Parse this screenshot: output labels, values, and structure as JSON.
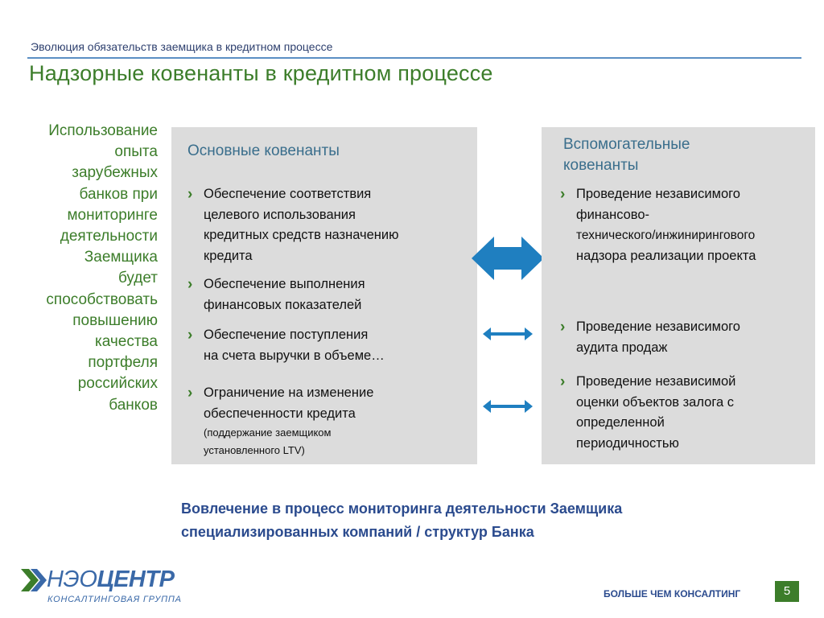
{
  "header": {
    "breadcrumb": "Эволюция обязательств заемщика в кредитном процессе",
    "title": "Надзорные ковенанты в кредитном процессе"
  },
  "left_text": [
    "Использование",
    "опыта",
    "зарубежных",
    "банков при",
    "мониторинге",
    "деятельности",
    "Заемщика",
    "будет",
    "способствовать",
    "повышению",
    "качества",
    "портфеля",
    "российских",
    "банков"
  ],
  "main_panel": {
    "title": "Основные ковенанты",
    "items": [
      {
        "lines": [
          "Обеспечение соответствия",
          "целевого использования",
          "кредитных средств назначению",
          "кредита"
        ]
      },
      {
        "lines": [
          "Обеспечение выполнения",
          "финансовых показателей"
        ]
      },
      {
        "lines": [
          "Обеспечение поступления",
          "на счета выручки в объеме…"
        ]
      },
      {
        "lines": [
          "Ограничение на изменение",
          "обеспеченности кредита"
        ],
        "note_lines": [
          "(поддержание заемщиком",
          "установленного LTV)"
        ]
      }
    ]
  },
  "aux_panel": {
    "title_lines": [
      "Вспомогательные",
      "ковенанты"
    ],
    "items": [
      {
        "lines": [
          "Проведение независимого",
          "финансово-",
          "технического/инжинирингового",
          "надзора реализации проекта"
        ]
      },
      {
        "lines": [
          "Проведение независимого",
          "аудита продаж"
        ]
      },
      {
        "lines": [
          "Проведение независимой",
          "оценки объектов залога с",
          "определенной",
          "периодичностью"
        ]
      }
    ]
  },
  "bottom_text": [
    "Вовлечение в процесс мониторинга деятельности Заемщика",
    "специализированных компаний / структур Банка"
  ],
  "footer": {
    "logo_word_light": "НЭО",
    "logo_word_bold": "ЦЕНТР",
    "logo_sub": "КОНСАЛТИНГОВАЯ ГРУППА",
    "tagline": "БОЛЬШЕ ЧЕМ КОНСАЛТИНГ",
    "page_number": "5"
  },
  "icons": {
    "bullet": "chevron-right-icon",
    "connector": "double-arrow-icon"
  },
  "colors": {
    "title_green": "#3c7d2a",
    "panel_title_blue": "#3a6e8c",
    "panel_bg": "#dcdcdc",
    "bottom_text_blue": "#2b4b8e",
    "arrow_blue": "#1f7fc0"
  }
}
